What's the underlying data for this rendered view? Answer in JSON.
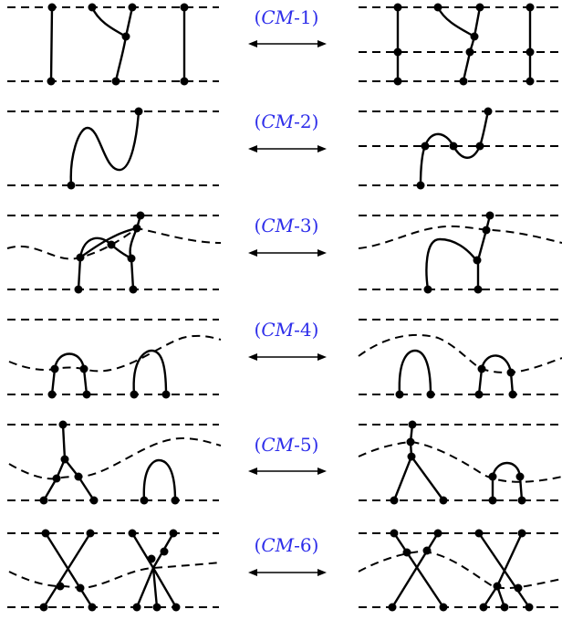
{
  "moves": [
    {
      "prefix": "(",
      "math": "CM",
      "suffix": "-1)"
    },
    {
      "prefix": "(",
      "math": "CM",
      "suffix": "-2)"
    },
    {
      "prefix": "(",
      "math": "CM",
      "suffix": "-3)"
    },
    {
      "prefix": "(",
      "math": "CM",
      "suffix": "-4)"
    },
    {
      "prefix": "(",
      "math": "CM",
      "suffix": "-5)"
    },
    {
      "prefix": "(",
      "math": "CM",
      "suffix": "-6)"
    }
  ],
  "colors": {
    "label": "#2e2eea",
    "ink": "#000000",
    "background": "#ffffff"
  },
  "arrow": "double-headed"
}
